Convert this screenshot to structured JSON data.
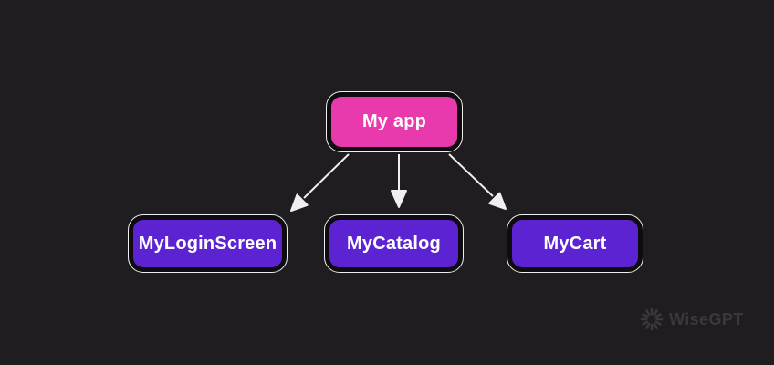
{
  "canvas": {
    "background_color": "#201d20",
    "outline_color": "#f1edf1",
    "arrow_color": "#f1edf1",
    "node_text_color": "#ffffff"
  },
  "diagram": {
    "type": "tree",
    "nodes": [
      {
        "id": "my-app",
        "label": "My app",
        "fill": "#e93aad",
        "role": "root"
      },
      {
        "id": "my-login-screen",
        "label": "MyLoginScreen",
        "fill": "#5c23d2",
        "role": "child"
      },
      {
        "id": "my-catalog",
        "label": "MyCatalog",
        "fill": "#5c23d2",
        "role": "child"
      },
      {
        "id": "my-cart",
        "label": "MyCart",
        "fill": "#5c23d2",
        "role": "child"
      }
    ],
    "edges": [
      {
        "from": "my-app",
        "to": "my-login-screen"
      },
      {
        "from": "my-app",
        "to": "my-catalog"
      },
      {
        "from": "my-app",
        "to": "my-cart"
      }
    ]
  },
  "watermark": {
    "label": "WiseGPT",
    "icon": "pinwheel-burst-icon",
    "color": "#3b383b"
  }
}
